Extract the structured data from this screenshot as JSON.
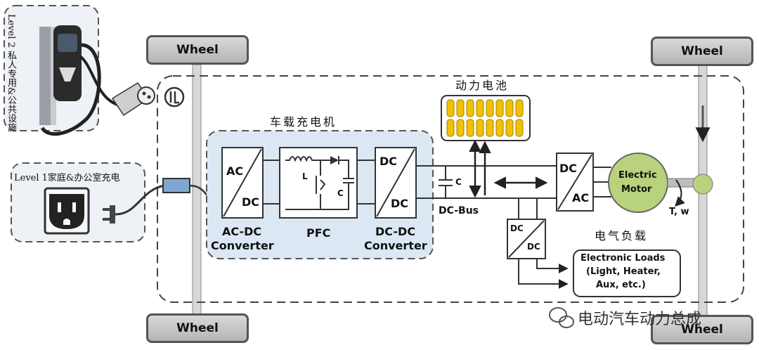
{
  "wheels": {
    "top_left": "Wheel",
    "top_right": "Wheel",
    "bottom_left": "Wheel",
    "bottom_right": "Wheel"
  },
  "charging": {
    "level2_label": "Level 2 私人专用&公共设施",
    "level1_label": "Level 1家庭&办公室充电"
  },
  "onboard_charger": {
    "title": "车载充电机",
    "acdc": {
      "top": "AC",
      "bottom": "DC",
      "name_line1": "AC-DC",
      "name_line2": "Converter"
    },
    "pfc": {
      "name": "PFC",
      "inductor_label": "L",
      "capacitor_label": "C"
    },
    "dcdc": {
      "top": "DC",
      "bottom": "DC",
      "name_line1": "DC-DC",
      "name_line2": "Converter"
    }
  },
  "dc_bus": {
    "label": "DC-Bus",
    "capacitor_label": "C"
  },
  "battery": {
    "title": "动力电池",
    "cells": 16,
    "cell_color": "#f2c200"
  },
  "inverter": {
    "top": "DC",
    "bottom": "AC"
  },
  "motor": {
    "line1": "Electric",
    "line2": "Motor",
    "output_label": "T, w",
    "color": "#b9d27d"
  },
  "aux_converter": {
    "top": "DC",
    "bottom": "DC"
  },
  "electrical_loads": {
    "title": "电气负载",
    "line1": "Electronic Loads",
    "line2": "(Light, Heater,",
    "line3": "Aux, etc.)"
  },
  "watermark": "电动汽车动力总成",
  "colors": {
    "charger_fill": "#dbe8f3",
    "battery_border": "#333333",
    "plug_box": "#7fa7cf"
  }
}
